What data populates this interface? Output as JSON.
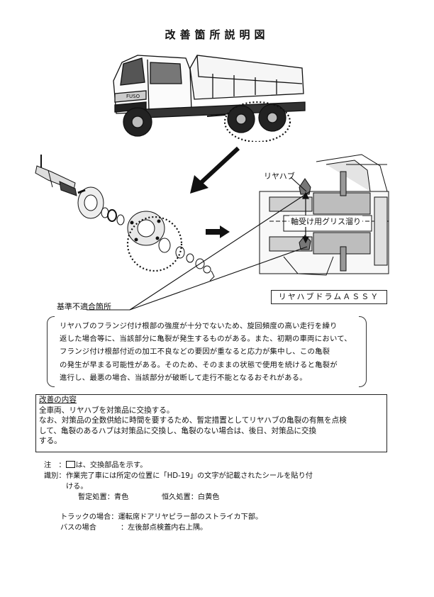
{
  "title": "改善箇所説明図",
  "diagram": {
    "label_rear_hub": "リヤハブ",
    "label_grease": "軸受け用グリス溜り",
    "label_nonconforming": "基準不適合箇所",
    "label_drum_assy": "リヤハブドラムＡＳＳＹ",
    "truck_brand": "FUSO"
  },
  "description": {
    "lines": [
      "リヤハブのフランジ付け根部の強度が十分でないため、旋回頻度の高い走行を繰り",
      "返した場合等に、当該部分に亀裂が発生するものがある。また、初期の車両において、",
      "フランジ付け根部付近の加工不良などの要因が重なると応力が集中し、この亀裂",
      "の発生が早まる可能性がある。そのため、そのままの状態で使用を続けると亀裂が",
      "進行し、最悪の場合、当該部分が破断して走行不能となるおそれがある。"
    ]
  },
  "improvement": {
    "heading": "改善の内容",
    "lines": [
      "全車両、リヤハブを対策品に交換する。",
      "なお、対策品の全数供給に時間を要するため、暫定措置としてリヤハブの亀裂の有無を点検",
      "して、亀裂のあるハブは対策品に交換し、亀裂のない場合は、後日、対策品に交換",
      "する。"
    ]
  },
  "notes": {
    "note_label": "注　：",
    "note_text": "は、交換部品を示す。",
    "id_label": "識別：",
    "id_text_1": "作業完了車には所定の位置に「HD-19」の文字が記載されたシールを貼り付",
    "id_text_2": "ける。",
    "provisional": "暫定処置：青色",
    "permanent": "恒久処置：白黄色",
    "truck_case": "トラックの場合：運転席ドアリヤピラー部のストライカ下部。",
    "bus_case_label": "バスの場合",
    "bus_case_text": "：左後部点検蓋内右上隅。"
  }
}
